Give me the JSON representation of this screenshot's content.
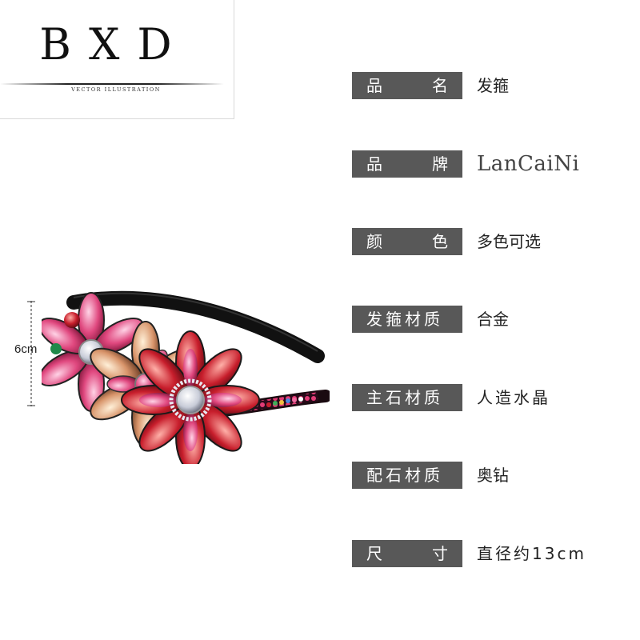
{
  "logo": {
    "text": "BXD",
    "subtitle": "VECTOR ILLUSTRATION"
  },
  "dimension": {
    "label": "6cm"
  },
  "specs": [
    {
      "label_left": "品",
      "label_right": "名",
      "value": "发箍"
    },
    {
      "label_left": "品",
      "label_right": "牌",
      "value": "LanCaiNi"
    },
    {
      "label_left": "颜",
      "label_right": "色",
      "value": "多色可选"
    },
    {
      "label_full": "发箍材质",
      "value": "合金"
    },
    {
      "label_full": "主石材质",
      "value": "人造水晶"
    },
    {
      "label_full": "配石材质",
      "value": "奥钻"
    },
    {
      "label_left": "尺",
      "label_right": "寸",
      "value": "直径约13cm"
    }
  ],
  "colors": {
    "label_bg": "#585858",
    "band": "#111111"
  }
}
